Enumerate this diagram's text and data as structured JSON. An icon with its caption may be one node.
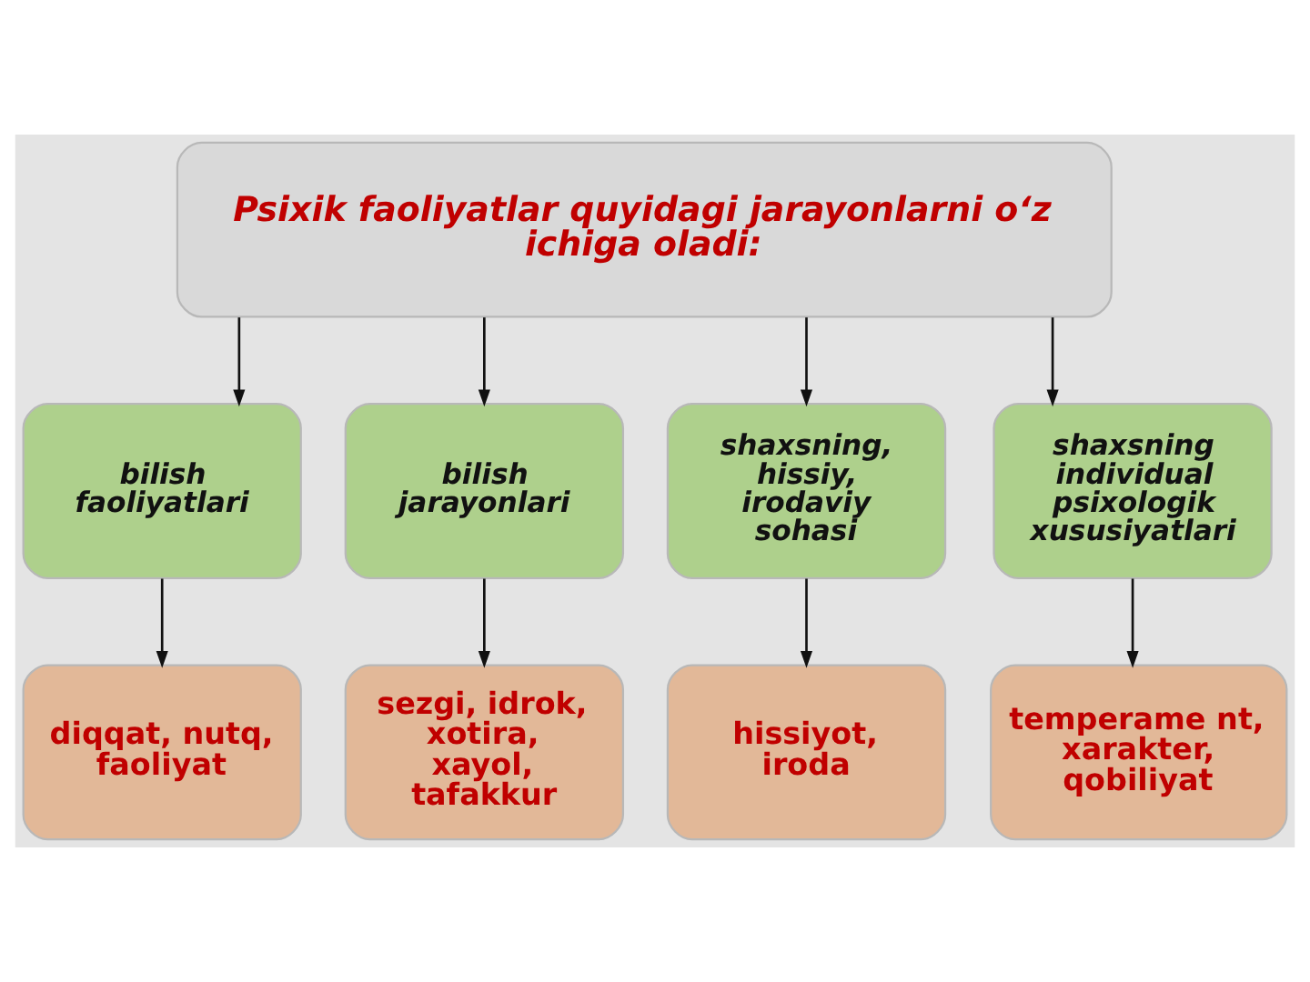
{
  "diagram": {
    "nodes": [
      {
        "text": [
          "Psixik faoliyatlar quyidagi jarayonlarni o‘z ichiga oladi:"
        ]
      },
      {
        "text": [
          "bilish faoliyatlari"
        ]
      },
      {
        "text": [
          "bilish jarayonlari"
        ]
      },
      {
        "text": [
          "shaxsning, hissiy, irodaviy sohasi"
        ]
      },
      {
        "text": [
          "shaxsning individual psixologik xususiyatlari"
        ]
      },
      {
        "text": [
          "diqqat, nutq, faoliyat"
        ]
      },
      {
        "text": [
          "sezgi, idrok, xotira, xayol, tafakkur"
        ]
      },
      {
        "text": [
          "hissiyot, iroda"
        ]
      },
      {
        "text": [
          "temperame nt, xarakter, qobiliyat"
        ]
      }
    ],
    "edges": [
      {
        "from": 0,
        "to": 1,
        "arrow": "to"
      },
      {
        "from": 0,
        "to": 2,
        "arrow": "to"
      },
      {
        "from": 0,
        "to": 3,
        "arrow": "to"
      },
      {
        "from": 0,
        "to": 4,
        "arrow": "to"
      },
      {
        "from": 1,
        "to": 5,
        "arrow": "to"
      },
      {
        "from": 2,
        "to": 6,
        "arrow": "to"
      },
      {
        "from": 3,
        "to": 7,
        "arrow": "to"
      },
      {
        "from": 4,
        "to": 8,
        "arrow": "to"
      }
    ]
  }
}
